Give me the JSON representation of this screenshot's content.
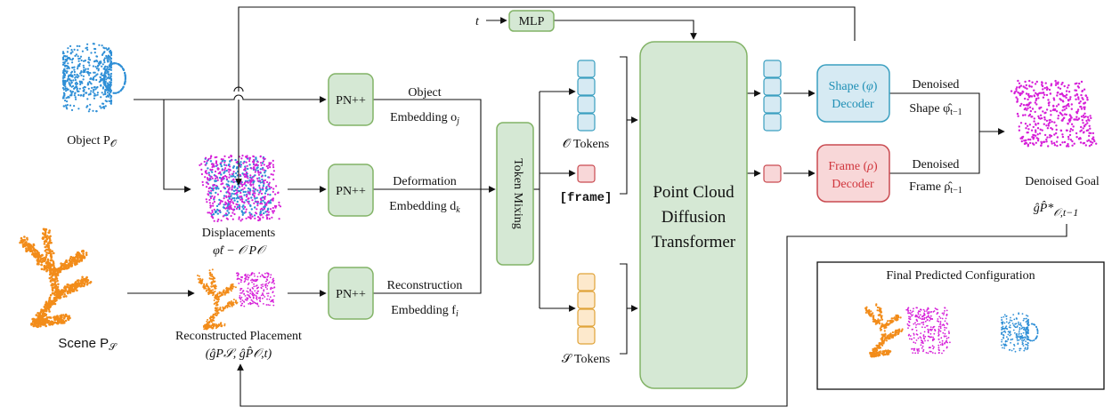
{
  "colors": {
    "green_fill": "#d5e8d4",
    "green_stroke": "#82b366",
    "blue_fill": "#d6eaf3",
    "blue_stroke": "#3a9fc0",
    "red_fill": "#f8d7d8",
    "red_stroke": "#c94a50",
    "orange_fill": "#fde9cc",
    "orange_stroke": "#e0a338",
    "object_points": "#2f8fd6",
    "scene_points": "#f28c1a",
    "goal_points": "#d61fd8"
  },
  "inputs": {
    "object_label": "Object P",
    "object_sub": "𝒪",
    "scene_label": "Scene P",
    "scene_sub": "𝒮"
  },
  "time_input": {
    "t_label": "t",
    "mlp_label": "MLP"
  },
  "encoders": {
    "pn_label": "PN++",
    "object_line1": "Object",
    "object_line2": "Embedding o",
    "object_sub": "j",
    "deformation_line1": "Deformation",
    "deformation_line2": "Embedding d",
    "deformation_sub": "k",
    "reconstruction_line1": "Reconstruction",
    "reconstruction_line2": "Embedding f",
    "reconstruction_sub": "i"
  },
  "intermediate": {
    "displacements_label": "Displacements",
    "displacements_formula": "φ̂t − 𝒪 P𝒪",
    "reconstructed_label": "Reconstructed Placement",
    "reconstructed_formula": "(ĝP𝒮, ĝP̂𝒪,t)"
  },
  "token_mixing_label": "Token Mixing",
  "tokens": {
    "o_tokens": "𝒪 Tokens",
    "frame_token": "[frame]",
    "s_tokens": "𝒮 Tokens"
  },
  "transformer": {
    "line1": "Point Cloud",
    "line2": "Diffusion",
    "line3": "Transformer"
  },
  "decoders": {
    "shape_line1": "Shape (",
    "shape_symbol": "φ",
    "shape_line1_end": ")",
    "shape_line2": "Decoder",
    "frame_line1": "Frame (",
    "frame_symbol": "ρ",
    "frame_line1_end": ")",
    "frame_line2": "Decoder"
  },
  "outputs": {
    "denoised_1": "Denoised",
    "shape_out": "Shape φ̂",
    "shape_out_sub": "t−1",
    "denoised_2": "Denoised",
    "frame_out": "Frame ρ̂",
    "frame_out_sub": "t−1",
    "goal_label": "Denoised Goal",
    "goal_formula": "ĝP̂*",
    "goal_sub": "𝒪,t−1"
  },
  "final_box_title": "Final Predicted Configuration"
}
